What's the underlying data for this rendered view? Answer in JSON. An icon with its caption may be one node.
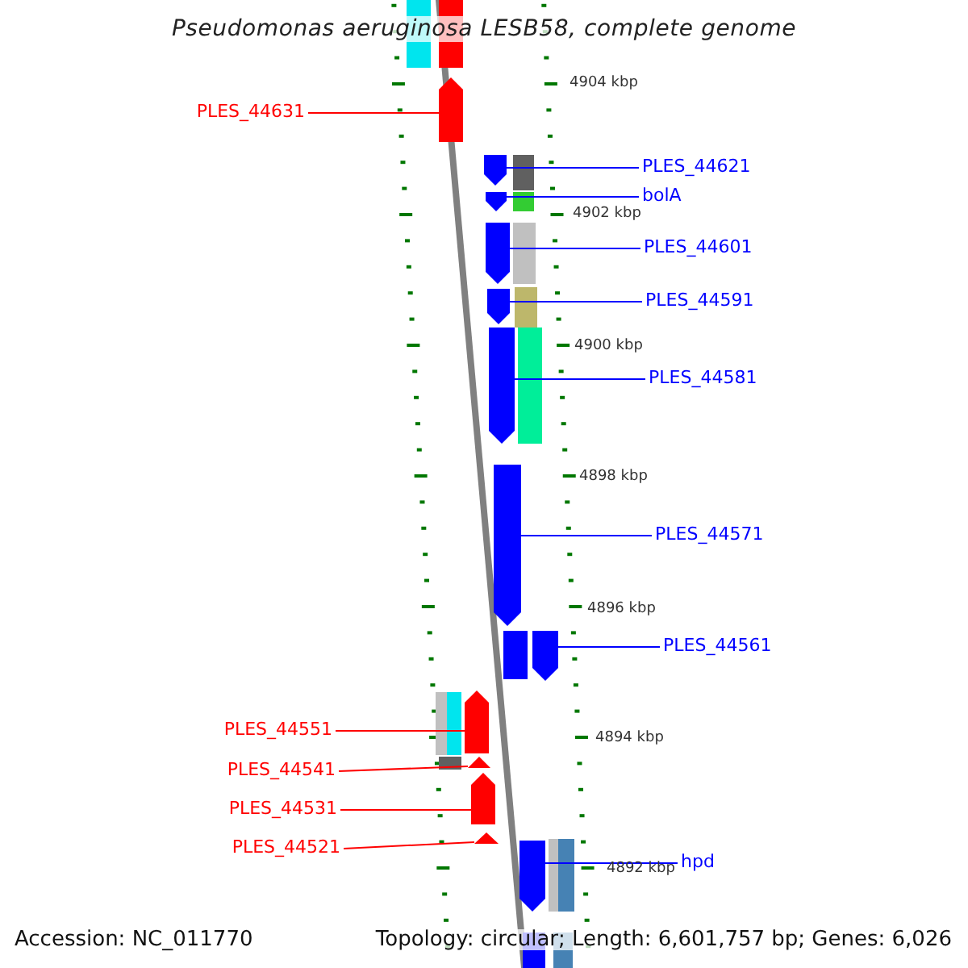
{
  "diagram": {
    "title": "Pseudomonas aeruginosa LESB58, complete genome",
    "nodes": [
      {
        "text": [
          "PLES_44631"
        ]
      },
      {
        "text": [
          "PLES_44621"
        ]
      },
      {
        "text": [
          "bolA"
        ]
      },
      {
        "text": [
          "PLES_44601"
        ]
      },
      {
        "text": [
          "PLES_44591"
        ]
      },
      {
        "text": [
          "PLES_44581"
        ]
      },
      {
        "text": [
          "PLES_44571"
        ]
      },
      {
        "text": [
          "PLES_44561"
        ]
      },
      {
        "text": [
          "PLES_44551"
        ]
      },
      {
        "text": [
          "PLES_44541"
        ]
      },
      {
        "text": [
          "PLES_44531"
        ]
      },
      {
        "text": [
          "PLES_44521"
        ]
      },
      {
        "text": [
          "hpd"
        ]
      },
      {
        "text": [],
        "shape": "arrow"
      },
      {
        "text": [],
        "shape": "arrow"
      },
      {
        "text": [],
        "shape": "arrow"
      },
      {
        "text": [],
        "shape": "arrow"
      },
      {
        "text": [],
        "shape": "arrow"
      },
      {
        "text": [],
        "shape": "arrow"
      },
      {
        "text": [],
        "shape": "arrow"
      },
      {
        "text": [],
        "shape": "arrow"
      },
      {
        "text": [],
        "shape": "arrow"
      },
      {
        "text": [],
        "shape": "arrow"
      },
      {
        "text": [],
        "shape": "arrow"
      },
      {
        "text": [],
        "shape": "arrow"
      },
      {
        "text": [],
        "shape": "arrow"
      }
    ],
    "edges": [
      {
        "from": 0,
        "to": 13,
        "arrow": "none",
        "color": "#ff0000"
      },
      {
        "from": 1,
        "to": 14,
        "arrow": "none"
      },
      {
        "from": 2,
        "to": 15,
        "arrow": "none"
      },
      {
        "from": 3,
        "to": 16,
        "arrow": "none"
      },
      {
        "from": 4,
        "to": 17,
        "arrow": "none"
      },
      {
        "from": 5,
        "to": 18,
        "arrow": "none"
      },
      {
        "from": 6,
        "to": 19,
        "arrow": "none"
      },
      {
        "from": 7,
        "to": 20,
        "arrow": "none"
      },
      {
        "from": 8,
        "to": 21,
        "arrow": "none",
        "color": "#ff0000"
      },
      {
        "from": 9,
        "to": 22,
        "arrow": "none",
        "color": "#ff0000"
      },
      {
        "from": 10,
        "to": 23,
        "arrow": "none",
        "color": "#ff0000"
      },
      {
        "from": 11,
        "to": 24,
        "arrow": "none",
        "color": "#ff0000"
      },
      {
        "from": 12,
        "to": 25,
        "arrow": "none"
      }
    ],
    "labels": [
      "4904 kbp",
      "4902 kbp",
      "4900 kbp",
      "4898 kbp",
      "4896 kbp",
      "4894 kbp",
      "4892 kbp",
      "Accession: NC_011770",
      "Topology: circular; Length: 6,601,757 bp; Genes: 6,026"
    ]
  }
}
